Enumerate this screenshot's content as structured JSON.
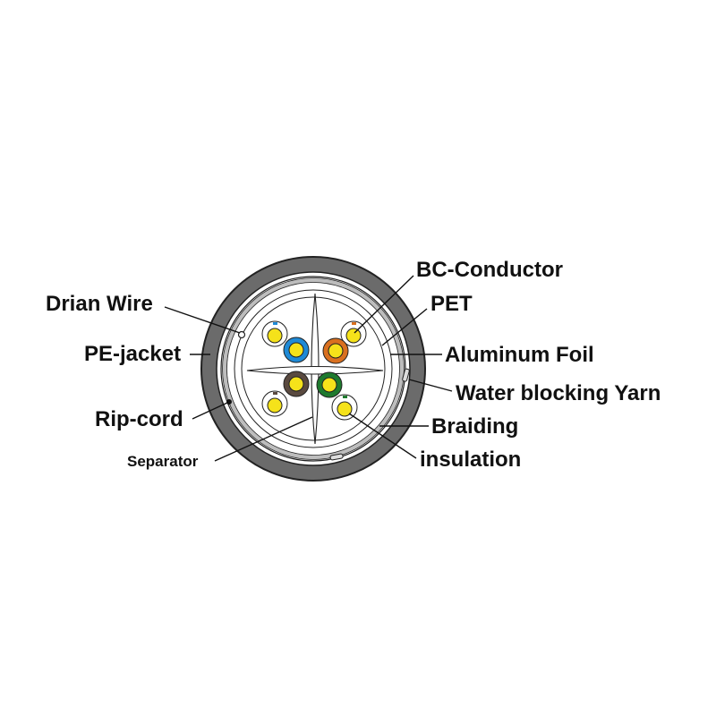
{
  "diagram": {
    "title": "Shielded twisted-pair cable cross-section",
    "colors": {
      "jacket": "#6b6b6b",
      "foil": "#bdbdbd",
      "conductor": "#f5e21a",
      "blue": "#1f8ad6",
      "orange": "#d9701f",
      "brown": "#5a4a40",
      "green": "#1e7a2e",
      "outline": "#222222",
      "background": "#ffffff"
    },
    "labels": {
      "bc_conductor": "BC-Conductor",
      "pet": "PET",
      "aluminum_foil": "Aluminum Foil",
      "water_blocking_yarn": "Water blocking Yarn",
      "braiding": "Braiding",
      "insulation": "insulation",
      "drian_wire": "Drian Wire",
      "pe_jacket": "PE-jacket",
      "rip_cord": "Rip-cord",
      "separator": "Separator"
    },
    "pairs": [
      {
        "name": "blue-pair",
        "color": "blue",
        "position": "upper-left"
      },
      {
        "name": "orange-pair",
        "color": "orange",
        "position": "upper-right"
      },
      {
        "name": "brown-pair",
        "color": "brown",
        "position": "lower-left"
      },
      {
        "name": "green-pair",
        "color": "green",
        "position": "lower-right"
      }
    ]
  }
}
